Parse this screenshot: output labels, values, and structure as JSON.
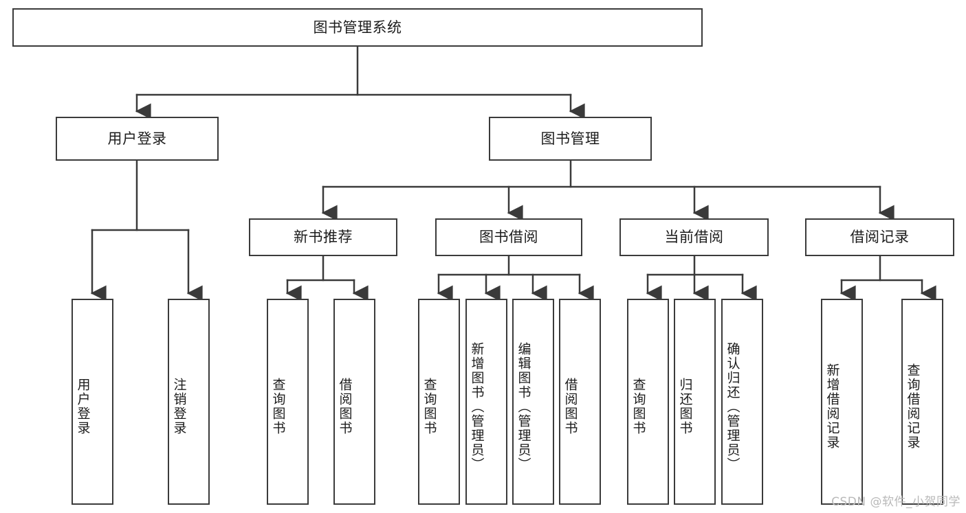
{
  "diagram": {
    "type": "tree-hierarchy",
    "title": "图书管理系统",
    "edge_color": "#3a3a3a",
    "node_border_color": "#3a3a3a",
    "node_fill_color": "#ffffff",
    "background_color": "#ffffff",
    "orientation": "top-down",
    "nodes": {
      "root": {
        "label": "图书管理系统",
        "level": 0
      },
      "l1": [
        {
          "id": "user-login",
          "label": "用户登录",
          "level": 1
        },
        {
          "id": "book-manage",
          "label": "图书管理",
          "level": 1
        }
      ],
      "l2": [
        {
          "id": "new-book-recommend",
          "label": "新书推荐",
          "level": 2
        },
        {
          "id": "book-borrow",
          "label": "图书借阅",
          "level": 2
        },
        {
          "id": "current-borrow",
          "label": "当前借阅",
          "level": 2
        },
        {
          "id": "borrow-record",
          "label": "借阅记录",
          "level": 2
        }
      ],
      "leaves": [
        {
          "id": "leaf-user-login",
          "label": "用户登录",
          "parent": "user-login"
        },
        {
          "id": "leaf-logout",
          "label": "注销登录",
          "parent": "user-login"
        },
        {
          "id": "leaf-query-book-1",
          "label": "查询图书",
          "parent": "new-book-recommend"
        },
        {
          "id": "leaf-borrow-book-1",
          "label": "借阅图书",
          "parent": "new-book-recommend"
        },
        {
          "id": "leaf-query-book-2",
          "label": "查询图书",
          "parent": "book-borrow"
        },
        {
          "id": "leaf-add-book",
          "label": "新增图书（管理员）",
          "parent": "book-borrow"
        },
        {
          "id": "leaf-edit-book",
          "label": "编辑图书（管理员）",
          "parent": "book-borrow"
        },
        {
          "id": "leaf-borrow-book-2",
          "label": "借阅图书",
          "parent": "book-borrow"
        },
        {
          "id": "leaf-query-book-3",
          "label": "查询图书",
          "parent": "current-borrow"
        },
        {
          "id": "leaf-return-book",
          "label": "归还图书",
          "parent": "current-borrow"
        },
        {
          "id": "leaf-confirm-return",
          "label": "确认归还（管理员）",
          "parent": "current-borrow"
        },
        {
          "id": "leaf-add-record",
          "label": "新增借阅记录",
          "parent": "borrow-record"
        },
        {
          "id": "leaf-query-record",
          "label": "查询借阅记录",
          "parent": "borrow-record"
        }
      ]
    }
  },
  "watermark": {
    "text": "CSDN @软件_小贺同学"
  }
}
